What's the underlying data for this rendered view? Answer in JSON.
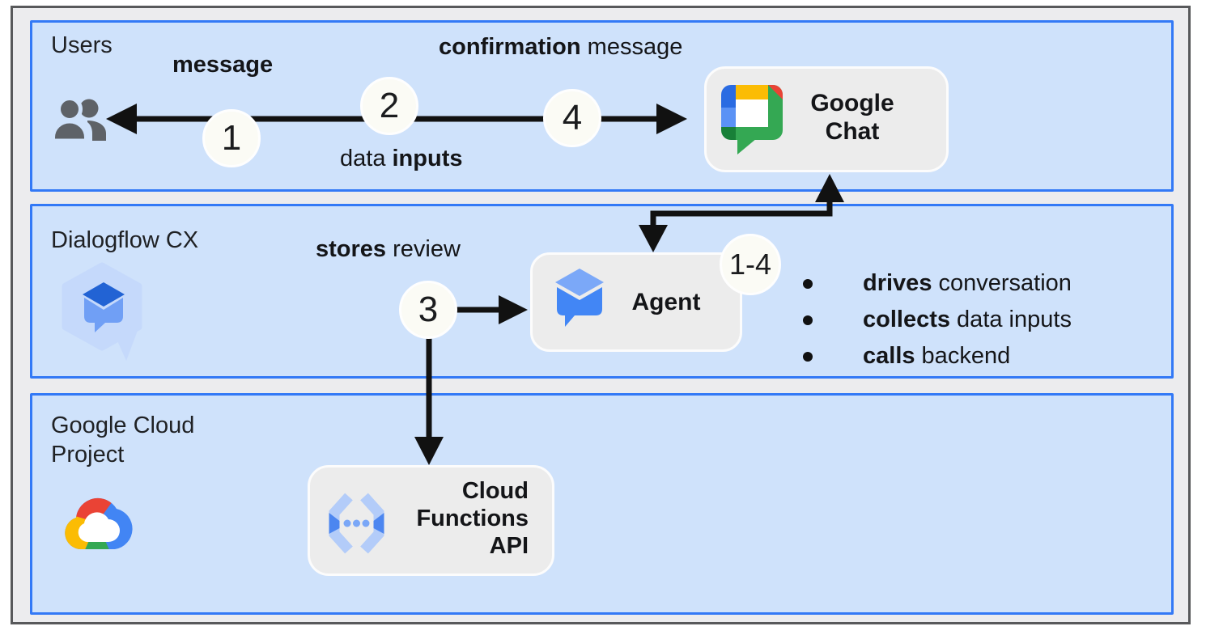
{
  "diagram": {
    "bands": [
      {
        "label": "Users"
      },
      {
        "label": "Dialogflow CX"
      },
      {
        "label": "Google Cloud Project"
      }
    ],
    "annotations": {
      "message": {
        "bold": "message"
      },
      "confirmation_message": {
        "bold": "confirmation",
        "regular": " message"
      },
      "data_inputs": {
        "regular": "data ",
        "bold": "inputs"
      },
      "stores_review": {
        "bold": "stores",
        "regular": " review"
      }
    },
    "step_badges": {
      "step1": "1",
      "step2": "2",
      "step3": "3",
      "step4": "4",
      "steps_all": "1-4"
    },
    "nodes": {
      "google_chat": {
        "line1": "Google",
        "line2": "Chat"
      },
      "agent": {
        "label": "Agent"
      },
      "cloud_functions": {
        "line1": "Cloud",
        "line2": "Functions",
        "line3": "API"
      }
    },
    "agent_bullets": [
      {
        "bold": "drives",
        "regular": " conversation"
      },
      {
        "bold": "collects",
        "regular": " data inputs"
      },
      {
        "bold": "calls",
        "regular": " backend"
      }
    ],
    "icons": {
      "users-icon": "two-person silhouette",
      "google-chat-icon": "Google Chat logo",
      "dialogflow-cx-icon": "Dialogflow CX chat-cube logo",
      "agent-icon": "Dialogflow agent cube",
      "google-cloud-icon": "Google Cloud multicolor cloud logo",
      "cloud-functions-icon": "Cloud Functions brackets with dots"
    },
    "colors": {
      "band_fill": "#cfe2fb",
      "band_border": "#3379f6",
      "node_fill": "#ececec",
      "badge_fill": "#fbfbf5",
      "arrow": "#111111",
      "frame_border": "#58595b",
      "frame_fill": "#ececee",
      "text": "#1c1d1f",
      "google_blue": "#4285f4",
      "google_red": "#ea4335",
      "google_yellow": "#fbbc04",
      "google_green": "#34a853"
    }
  }
}
